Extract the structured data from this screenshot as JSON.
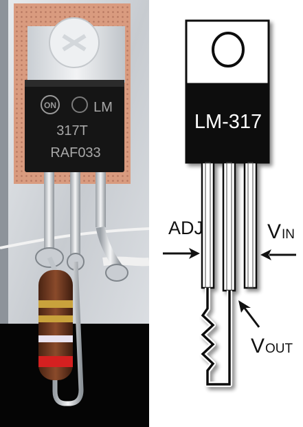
{
  "photo": {
    "logo_text": "ON",
    "chip_line1": "LM",
    "chip_line2": "317T",
    "chip_line3": "RAF033"
  },
  "diagram": {
    "chip_name": "LM-317",
    "label_adj": "ADJ",
    "label_vin_main": "V",
    "label_vin_sub": "IN",
    "label_vout_main": "V",
    "label_vout_sub": "OUT"
  }
}
